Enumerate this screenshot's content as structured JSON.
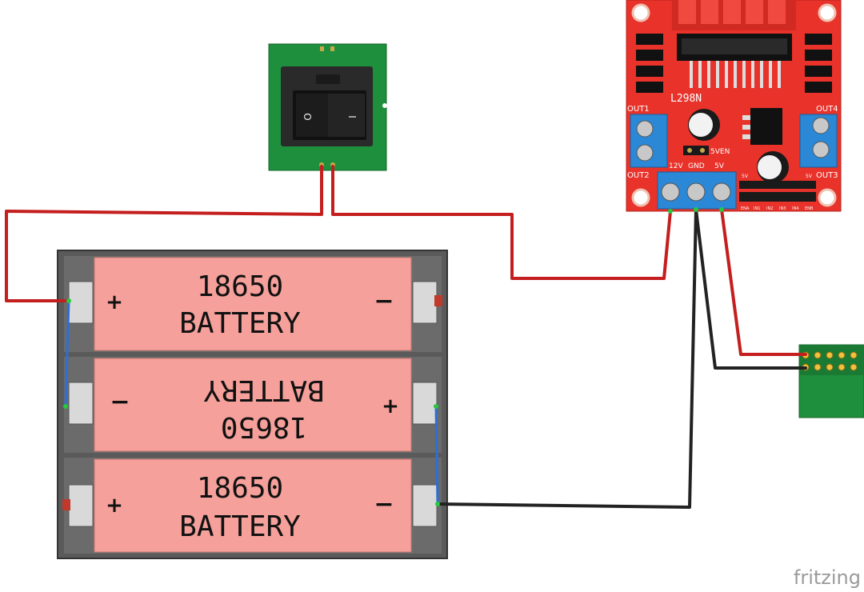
{
  "battery": {
    "cells": [
      {
        "line1": "18650",
        "line2": "BATTERY",
        "left_sign": "+",
        "right_sign": "−"
      },
      {
        "line1": "18650",
        "line2": "BATTERY",
        "left_sign": "−",
        "right_sign": "+"
      },
      {
        "line1": "18650",
        "line2": "BATTERY",
        "left_sign": "+",
        "right_sign": "−"
      }
    ]
  },
  "switch": {
    "off_symbol": "O",
    "on_symbol": "I"
  },
  "driver": {
    "chip": "L298N",
    "out1": "OUT1",
    "out2": "OUT2",
    "out3": "OUT3",
    "out4": "OUT4",
    "v12": "12V",
    "gnd": "GND",
    "v5": "5V",
    "v5en": "5VEN",
    "sv_left": "5V",
    "sv_right": "5V",
    "header_pins": [
      "ENA",
      "IN1",
      "IN2",
      "IN3",
      "IN4",
      "ENB"
    ]
  },
  "watermark": "fritzing",
  "colors": {
    "wire_red": "#c41e1e",
    "wire_black": "#222222",
    "wire_blue": "#2d6fd6",
    "cell_pink": "#f5a09a",
    "holder_gray": "#5a5a5a",
    "board_red": "#e8322a",
    "terminal_blue": "#2a88d6",
    "pcb_green": "#1e8f3c"
  }
}
